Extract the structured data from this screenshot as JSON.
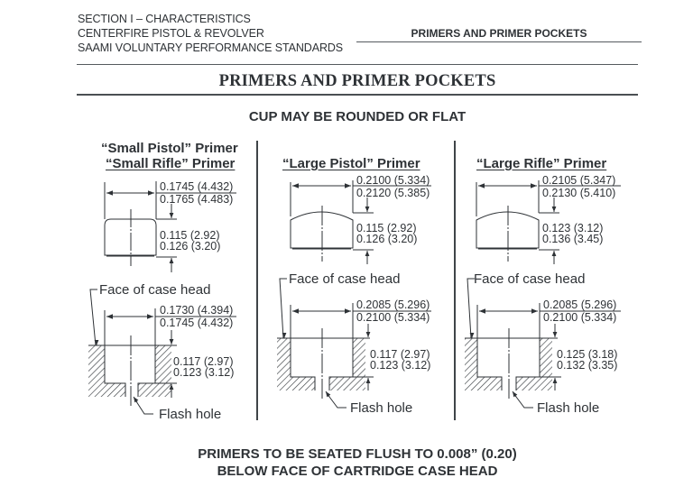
{
  "header": {
    "left_lines": [
      "SECTION I – CHARACTERISTICS",
      "CENTERFIRE PISTOL & REVOLVER",
      "SAAMI VOLUNTARY PERFORMANCE STANDARDS"
    ],
    "right_title": "PRIMERS AND PRIMER POCKETS"
  },
  "page_title": "PRIMERS AND PRIMER POCKETS",
  "subtitle": "CUP MAY BE ROUNDED OR FLAT",
  "columns": [
    {
      "title_line1": "“Small Pistol” Primer",
      "title_line2": "“Small Rifle” Primer",
      "primer": {
        "diameter_min": "0.1745 (4.432)",
        "diameter_max": "0.1765 (4.483)",
        "height_min": "0.115 (2.92)",
        "height_max": "0.126 (3.20)"
      },
      "pocket": {
        "face_label": "Face of case head",
        "diameter_min": "0.1730 (4.394)",
        "diameter_max": "0.1745 (4.432)",
        "depth_min": "0.117 (2.97)",
        "depth_max": "0.123 (3.12)",
        "flash_label": "Flash hole"
      }
    },
    {
      "title_line1": "",
      "title_line2": "“Large Pistol” Primer",
      "primer": {
        "diameter_min": "0.2100 (5.334)",
        "diameter_max": "0.2120 (5.385)",
        "height_min": "0.115 (2.92)",
        "height_max": "0.126 (3.20)"
      },
      "pocket": {
        "face_label": "Face of case head",
        "diameter_min": "0.2085 (5.296)",
        "diameter_max": "0.2100 (5.334)",
        "depth_min": "0.117 (2.97)",
        "depth_max": "0.123 (3.12)",
        "flash_label": "Flash hole"
      }
    },
    {
      "title_line1": "",
      "title_line2": "“Large Rifle” Primer",
      "primer": {
        "diameter_min": "0.2105 (5.347)",
        "diameter_max": "0.2130 (5.410)",
        "height_min": "0.123 (3.12)",
        "height_max": "0.136 (3.45)"
      },
      "pocket": {
        "face_label": "Face of case head",
        "diameter_min": "0.2085 (5.296)",
        "diameter_max": "0.2100 (5.334)",
        "depth_min": "0.125 (3.18)",
        "depth_max": "0.132 (3.35)",
        "flash_label": "Flash hole"
      }
    }
  ],
  "footer": {
    "line1": "PRIMERS TO BE SEATED FLUSH TO 0.008” (0.20)",
    "line2": "BELOW FACE OF CARTRIDGE CASE HEAD"
  }
}
